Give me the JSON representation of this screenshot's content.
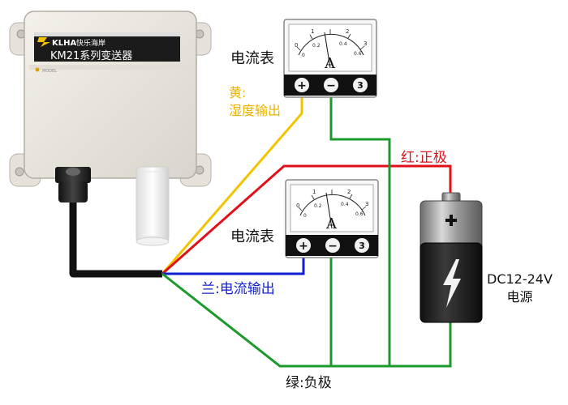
{
  "transmitter": {
    "brand": "KLHA",
    "brand_cn": "快乐海岸",
    "model_title": "KM21系列变送器",
    "model_caption": "MODEL"
  },
  "meter_top": {
    "title": "电流表",
    "dial_letter": "A",
    "scale_main": [
      "0",
      "1",
      "2",
      "3"
    ],
    "scale_sub": [
      "0",
      "0.2",
      "0.4",
      "0.6"
    ],
    "terminals": [
      "+",
      "−",
      "3"
    ]
  },
  "meter_bottom": {
    "title": "电流表",
    "dial_letter": "A",
    "scale_main": [
      "0",
      "1",
      "2",
      "3"
    ],
    "scale_sub": [
      "0",
      "0.2",
      "0.4",
      "0.6"
    ],
    "terminals": [
      "+",
      "−",
      "3"
    ]
  },
  "labels": {
    "yellow_line1": "黄:",
    "yellow_line2": "湿度输出",
    "red": "红:正极",
    "blue": "兰:电流输出",
    "green": "绿:负极",
    "battery_line1": "DC12-24V",
    "battery_line2": "电源"
  },
  "colors": {
    "yellow": "#f2c400",
    "red": "#e0101a",
    "blue": "#1020d0",
    "green": "#1a9a2a",
    "black": "#111111"
  }
}
